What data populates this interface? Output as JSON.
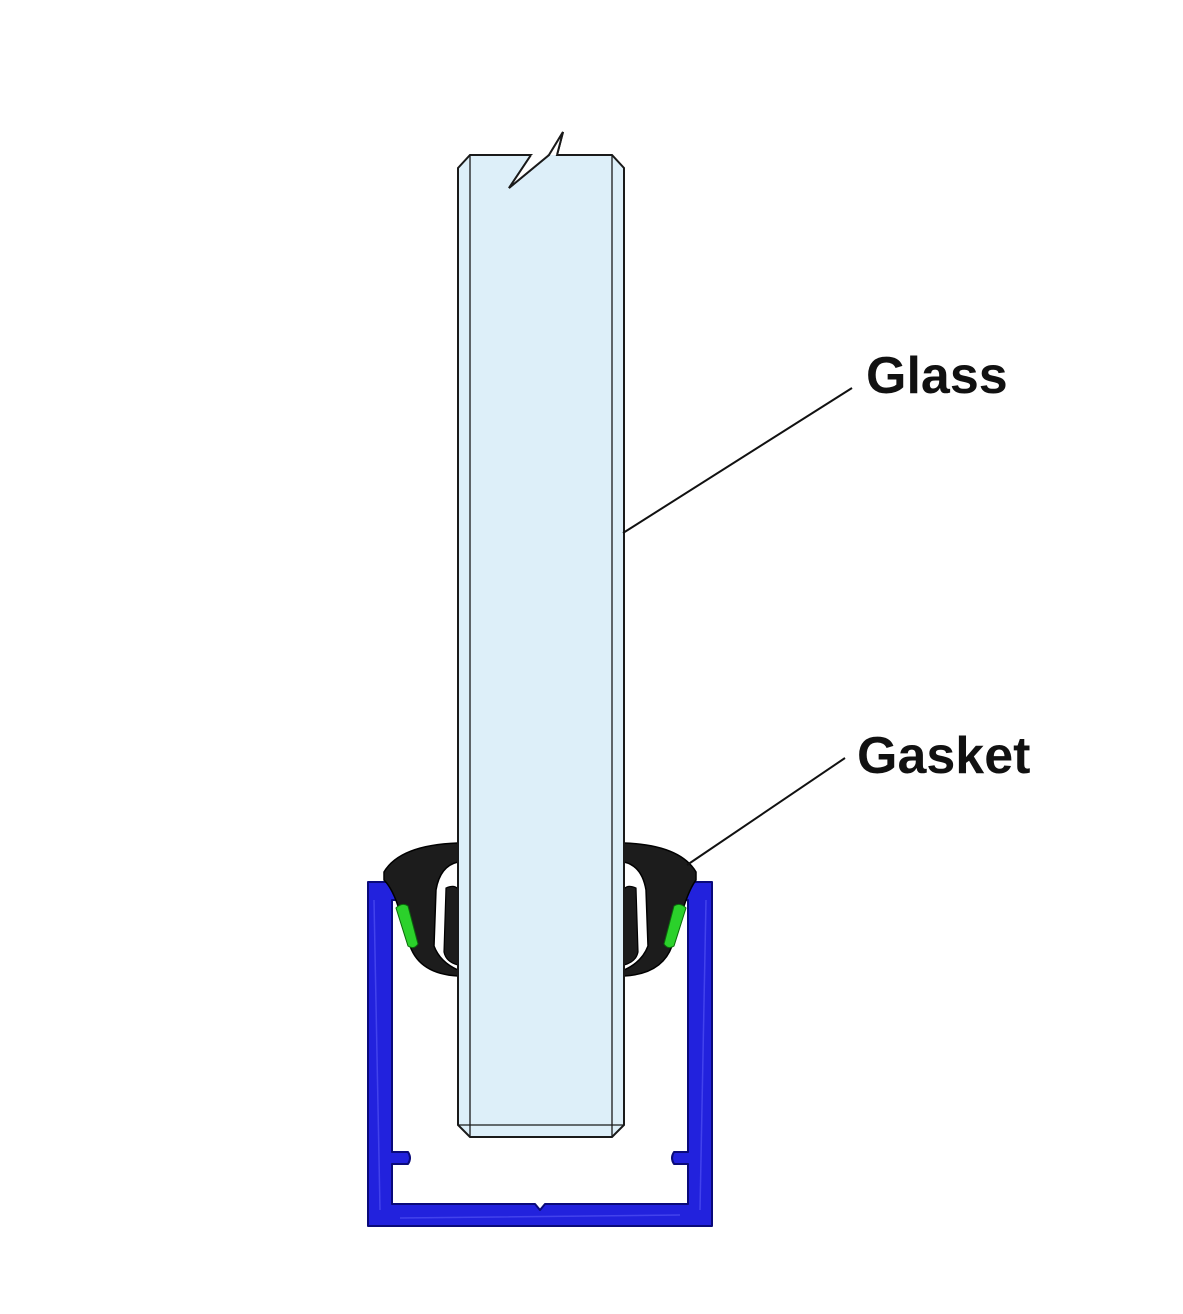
{
  "labels": {
    "glass": "Glass",
    "gasket": "Gasket"
  },
  "colors": {
    "background": "#ffffff",
    "glass_fill": "#ddeff9",
    "glass_stroke": "#1a1a1a",
    "channel_fill": "#2222dd",
    "channel_stroke": "#0a0a7a",
    "gasket_fill": "#1c1c1c",
    "insert_fill": "#2bd12b",
    "leader_line": "#111111"
  },
  "parts": [
    "glass-panel",
    "u-channel",
    "gasket-left",
    "gasket-right"
  ]
}
